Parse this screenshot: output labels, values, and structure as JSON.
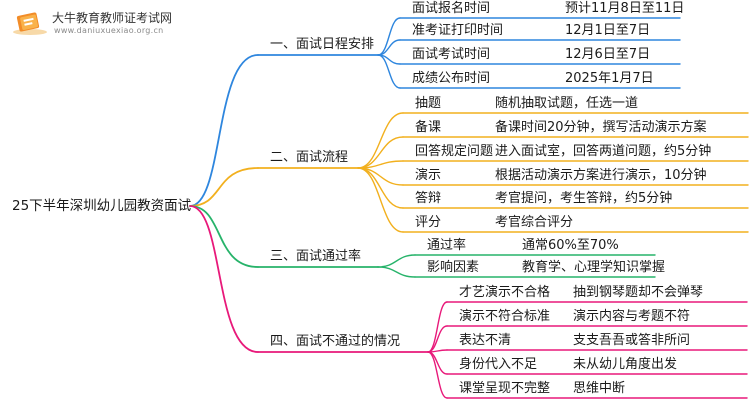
{
  "watermark": {
    "title": "大牛教育教师证考试网",
    "url": "www.daniuxuexiao.org.cn"
  },
  "root": "25下半年深圳幼儿园教资面试",
  "colors": {
    "blue": "#2e86de",
    "orange": "#f2b01e",
    "green": "#27b36a",
    "pink": "#e8197a"
  },
  "branches": [
    {
      "label": "一、面试日程安排",
      "color_key": "blue",
      "children": [
        {
          "label": "面试报名时间",
          "value": "预计11月8日至11日"
        },
        {
          "label": "准考证打印时间",
          "value": "12月1日至7日"
        },
        {
          "label": "面试考试时间",
          "value": "12月6日至7日"
        },
        {
          "label": "成绩公布时间",
          "value": "2025年1月7日"
        }
      ]
    },
    {
      "label": "二、面试流程",
      "color_key": "orange",
      "children": [
        {
          "label": "抽题",
          "value": "随机抽取试题，任选一道"
        },
        {
          "label": "备课",
          "value": "备课时间20分钟，撰写活动演示方案"
        },
        {
          "label": "回答规定问题",
          "value": "进入面试室，回答两道问题，约5分钟"
        },
        {
          "label": "演示",
          "value": "根据活动演示方案进行演示，10分钟"
        },
        {
          "label": "答辩",
          "value": "考官提问，考生答辩，约5分钟"
        },
        {
          "label": "评分",
          "value": "考官综合评分"
        }
      ]
    },
    {
      "label": "三、面试通过率",
      "color_key": "green",
      "children": [
        {
          "label": "通过率",
          "value": "通常60%至70%"
        },
        {
          "label": "影响因素",
          "value": "教育学、心理学知识掌握"
        }
      ]
    },
    {
      "label": "四、面试不通过的情况",
      "color_key": "pink",
      "children": [
        {
          "label": "才艺演示不合格",
          "value": "抽到钢琴题却不会弹琴"
        },
        {
          "label": "演示不符合标准",
          "value": "演示内容与考题不符"
        },
        {
          "label": "表达不清",
          "value": "支支吾吾或答非所问"
        },
        {
          "label": "身份代入不足",
          "value": "未从幼儿角度出发"
        },
        {
          "label": "课堂呈现不完整",
          "value": "思维中断"
        }
      ]
    }
  ]
}
